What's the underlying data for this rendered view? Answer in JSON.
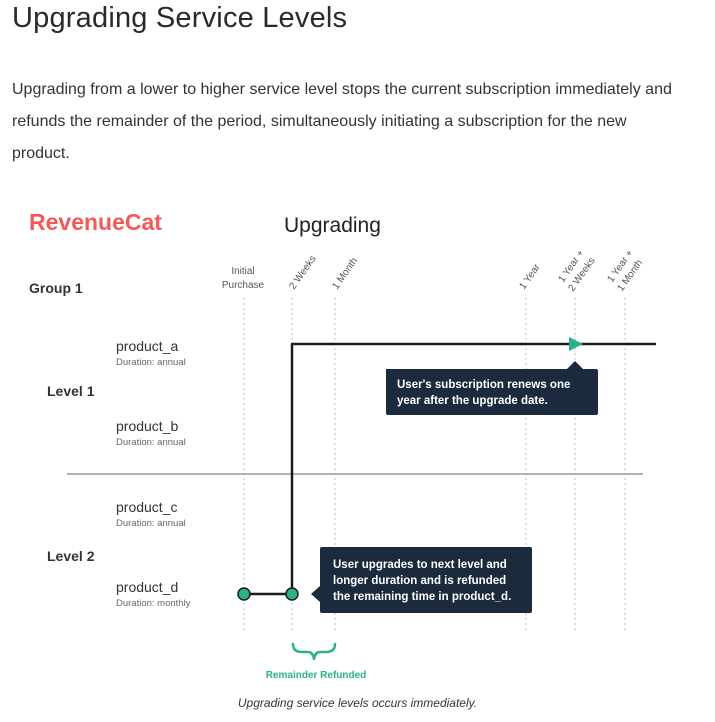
{
  "page": {
    "title": "Upgrading Service Levels",
    "intro": "Upgrading from a lower to higher service level stops the current subscription immediately and refunds the remainder of the period, simultaneously initiating a subscription for the new product.",
    "caption": "Upgrading service levels occurs immediately."
  },
  "diagram": {
    "logo_text": "RevenueCat",
    "title": "Upgrading",
    "group_label": "Group 1",
    "timeline_labels": {
      "initial_purchase_line1": "Initial",
      "initial_purchase_line2": "Purchase",
      "two_weeks": "2 Weeks",
      "one_month": "1 Month",
      "one_year": "1 Year",
      "year_plus_2w_line1": "1 Year +",
      "year_plus_2w_line2": "2 Weeks",
      "year_plus_1m_line1": "1 Year +",
      "year_plus_1m_line2": "1 Month"
    },
    "levels": {
      "level1": "Level 1",
      "level2": "Level 2"
    },
    "products": {
      "a_name": "product_a",
      "a_duration": "Duration: annual",
      "b_name": "product_b",
      "b_duration": "Duration: annual",
      "c_name": "product_c",
      "c_duration": "Duration: annual",
      "d_name": "product_d",
      "d_duration": "Duration: monthly"
    },
    "callouts": {
      "renew_line1": "User's subscription renews one",
      "renew_line2": "year after the upgrade date.",
      "upgrade_line1": "User upgrades to next level and",
      "upgrade_line2": "longer duration and is refunded",
      "upgrade_line3": "the remaining time in product_d."
    },
    "refund_label": "Remainder Refunded",
    "colors": {
      "brand": "#f25a5a",
      "teal": "#2bb18e",
      "callout_bg": "#1b2a3d",
      "line": "#1c1c1c",
      "divider": "#9a9a9a",
      "gridline": "#bdbdbd"
    }
  }
}
